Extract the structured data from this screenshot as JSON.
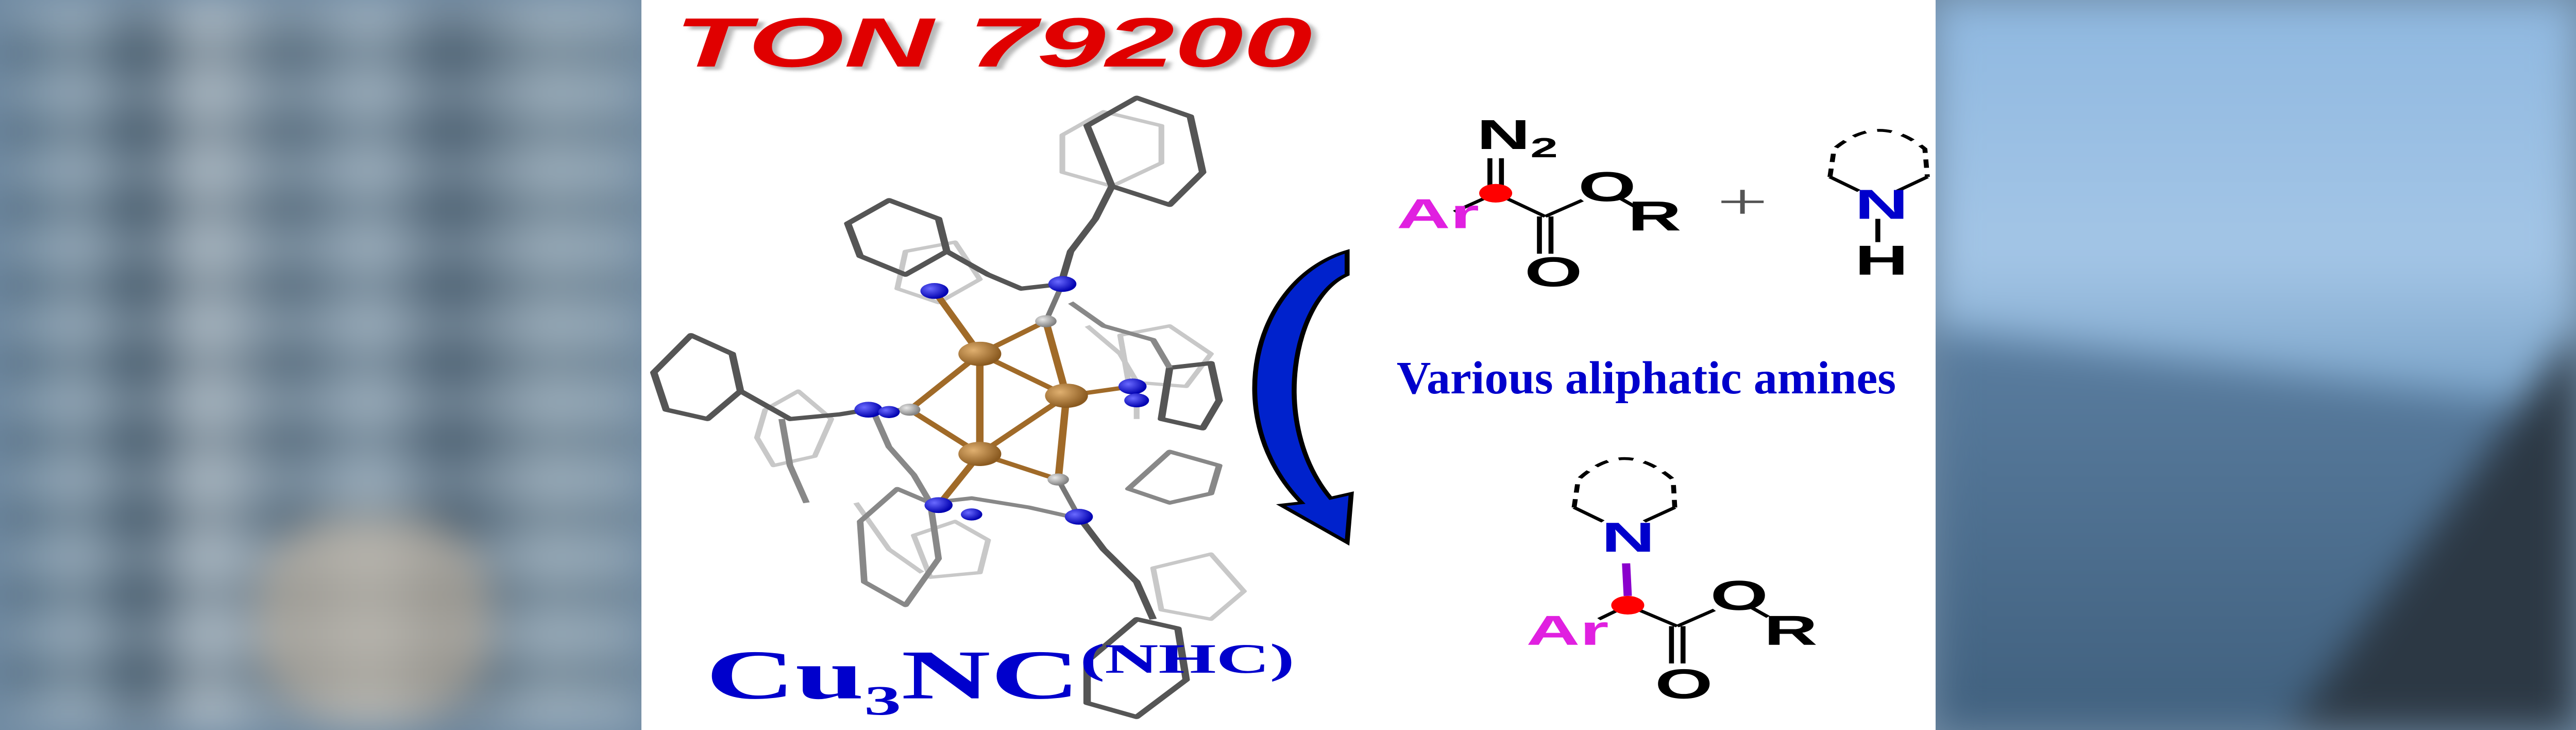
{
  "headline": "TON 79200",
  "catalyst": {
    "base": "Cu",
    "sub": "3",
    "mid": "NC",
    "sup": "(NHC)"
  },
  "reactant": {
    "aryl": "Ar",
    "diazo": "N",
    "diazo_sub": "2",
    "ester_o": "O",
    "carbonyl_o": "O",
    "r_group": "R"
  },
  "plus": "+",
  "amine": {
    "n": "N",
    "h": "H"
  },
  "condition_label": "Various aliphatic amines",
  "product": {
    "aryl": "Ar",
    "n": "N",
    "ester_o": "O",
    "carbonyl_o": "O",
    "r_group": "R"
  },
  "colors": {
    "headline": "#e00000",
    "blue": "#0000cc",
    "magenta": "#e020e0",
    "carbene": "#ff0000",
    "copper": "#a87a3a"
  }
}
